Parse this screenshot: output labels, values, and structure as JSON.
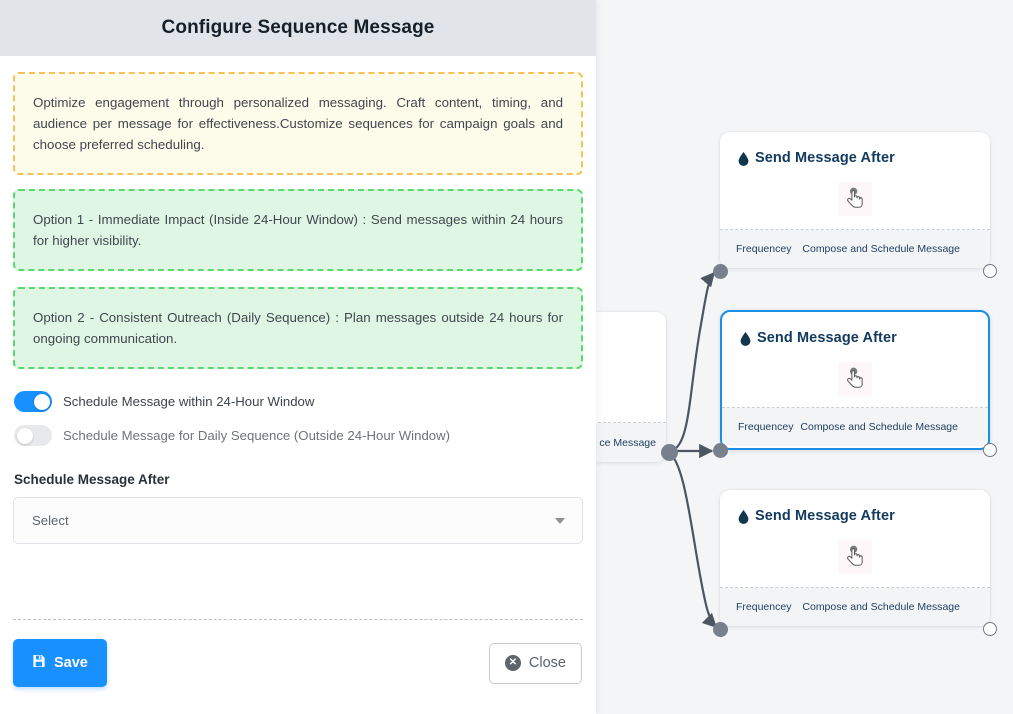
{
  "modal": {
    "title": "Configure Sequence Message",
    "notices": [
      {
        "tone": "amber",
        "text": "Optimize engagement through personalized messaging. Craft content, timing, and audience per message for effectiveness.Customize sequences for campaign goals and choose preferred scheduling."
      },
      {
        "tone": "green",
        "text": "Option 1 - Immediate Impact (Inside 24-Hour Window) : Send messages within 24 hours for higher visibility."
      },
      {
        "tone": "green",
        "text": "Option 2 - Consistent Outreach (Daily Sequence) : Plan messages outside 24 hours for ongoing communication."
      }
    ],
    "toggles": [
      {
        "label": "Schedule Message within 24-Hour Window",
        "state": "on"
      },
      {
        "label": "Schedule Message for Daily Sequence (Outside 24-Hour Window)",
        "state": "off"
      }
    ],
    "field": {
      "label": "Schedule Message After",
      "selected": "Select",
      "caret_icon": "chevron-down-icon"
    },
    "footer": {
      "save_label": "Save",
      "save_icon": "save-floppy-icon",
      "close_label": "Close",
      "close_icon": "close-circle-icon"
    }
  },
  "canvas": {
    "background": "#f4f5f7",
    "selected_border_color": "#1a8fe3",
    "nodes": [
      {
        "title": "Send Message After",
        "title_icon": "droplet-icon",
        "center_icon": "hand-click-icon",
        "footer_left": "Frequencey",
        "footer_right": "Compose and Schedule Message",
        "selected": false
      },
      {
        "title": "Send Message After",
        "title_icon": "droplet-icon",
        "center_icon": "hand-click-icon",
        "footer_left": "Frequencey",
        "footer_right": "Compose and Schedule Message",
        "selected": true
      },
      {
        "title": "Send Message After",
        "title_icon": "droplet-icon",
        "center_icon": "hand-click-icon",
        "footer_left": "Frequencey",
        "footer_right": "Compose and Schedule Message",
        "selected": false
      }
    ],
    "partial_node": {
      "footer_right": "ce Message"
    }
  }
}
